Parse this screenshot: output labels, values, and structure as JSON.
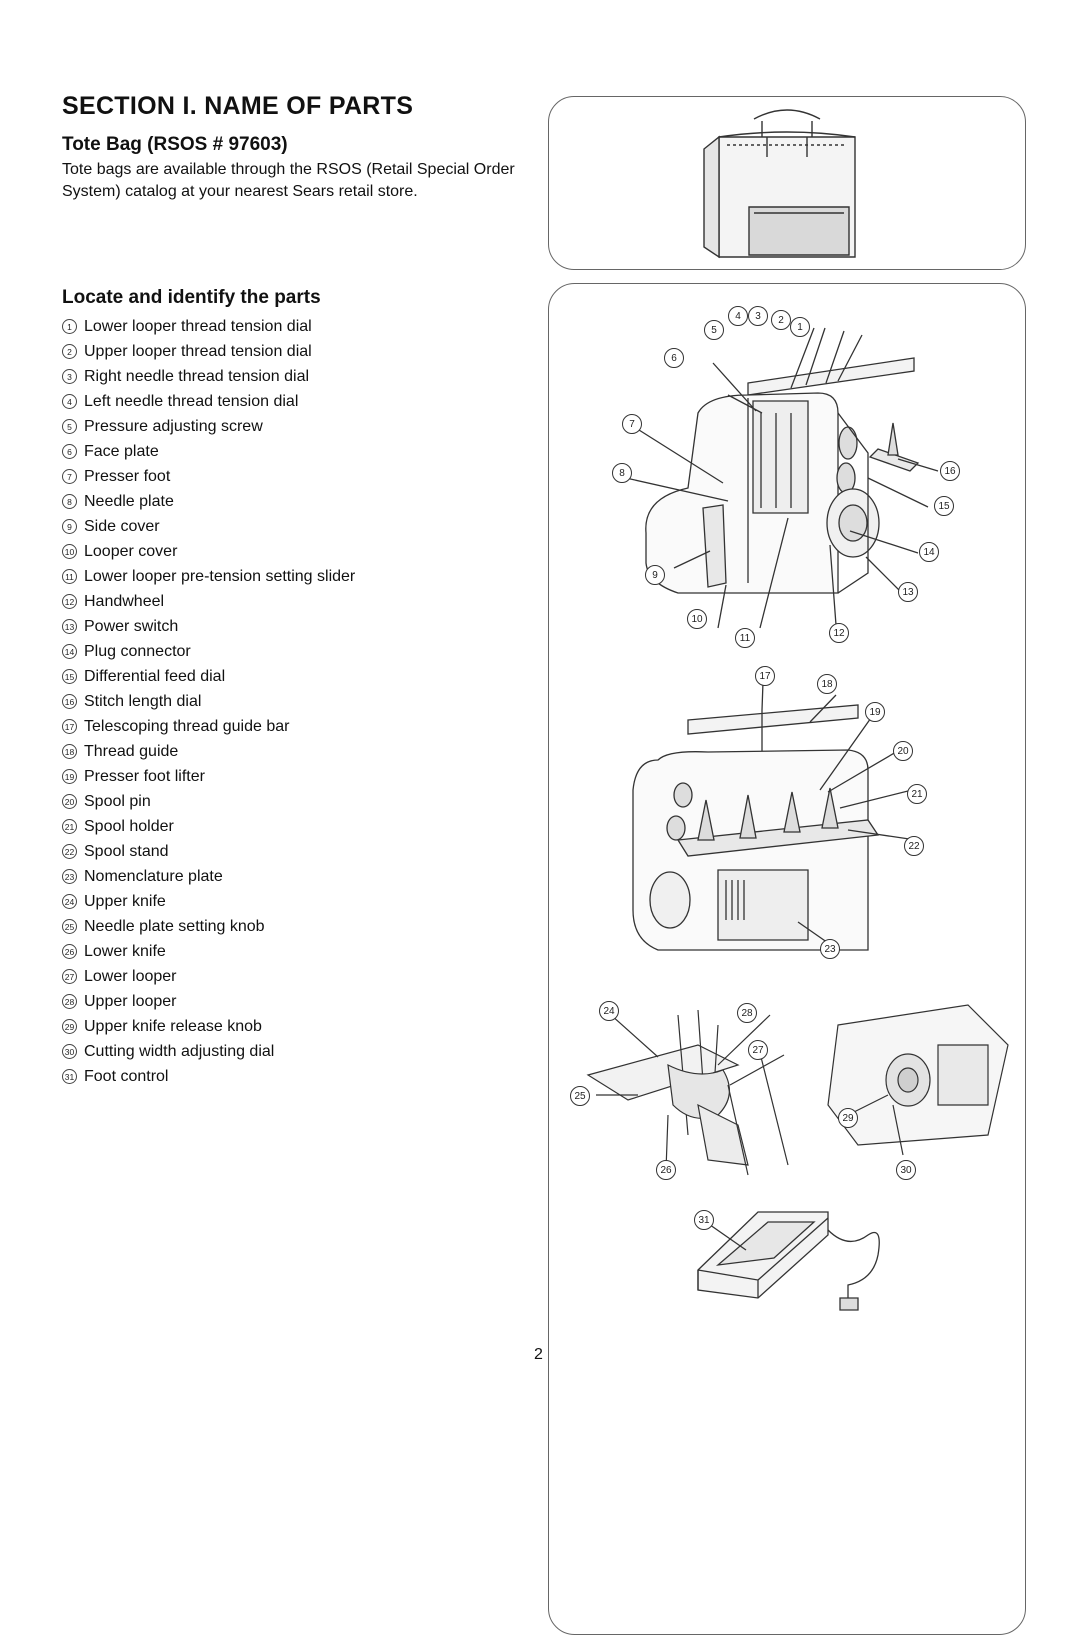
{
  "header": {
    "section_title": "SECTION I. NAME OF PARTS"
  },
  "tote_bag": {
    "heading": "Tote Bag (RSOS # 97603)",
    "text": "Tote bags are available through the RSOS (Retail Special Order System) catalog at your nearest Sears retail store."
  },
  "locate": {
    "heading": "Locate and identify the parts",
    "parts": [
      {
        "num": "1",
        "label": "Lower looper thread tension dial"
      },
      {
        "num": "2",
        "label": "Upper looper thread tension dial"
      },
      {
        "num": "3",
        "label": "Right needle thread tension dial"
      },
      {
        "num": "4",
        "label": "Left needle thread tension dial"
      },
      {
        "num": "5",
        "label": "Pressure adjusting screw"
      },
      {
        "num": "6",
        "label": "Face plate"
      },
      {
        "num": "7",
        "label": "Presser foot"
      },
      {
        "num": "8",
        "label": "Needle plate"
      },
      {
        "num": "9",
        "label": "Side cover"
      },
      {
        "num": "10",
        "label": "Looper cover"
      },
      {
        "num": "11",
        "label": "Lower looper pre-tension setting slider"
      },
      {
        "num": "12",
        "label": "Handwheel"
      },
      {
        "num": "13",
        "label": "Power switch"
      },
      {
        "num": "14",
        "label": "Plug connector"
      },
      {
        "num": "15",
        "label": "Differential feed dial"
      },
      {
        "num": "16",
        "label": "Stitch length dial"
      },
      {
        "num": "17",
        "label": "Telescoping thread guide bar"
      },
      {
        "num": "18",
        "label": "Thread guide"
      },
      {
        "num": "19",
        "label": "Presser foot lifter"
      },
      {
        "num": "20",
        "label": "Spool pin"
      },
      {
        "num": "21",
        "label": "Spool holder"
      },
      {
        "num": "22",
        "label": "Spool stand"
      },
      {
        "num": "23",
        "label": "Nomenclature plate"
      },
      {
        "num": "24",
        "label": "Upper knife"
      },
      {
        "num": "25",
        "label": "Needle plate setting knob"
      },
      {
        "num": "26",
        "label": "Lower knife"
      },
      {
        "num": "27",
        "label": "Lower looper"
      },
      {
        "num": "28",
        "label": "Upper looper"
      },
      {
        "num": "29",
        "label": "Upper knife release knob"
      },
      {
        "num": "30",
        "label": "Cutting width adjusting dial"
      },
      {
        "num": "31",
        "label": "Foot control"
      }
    ]
  },
  "page": {
    "number": "2"
  }
}
